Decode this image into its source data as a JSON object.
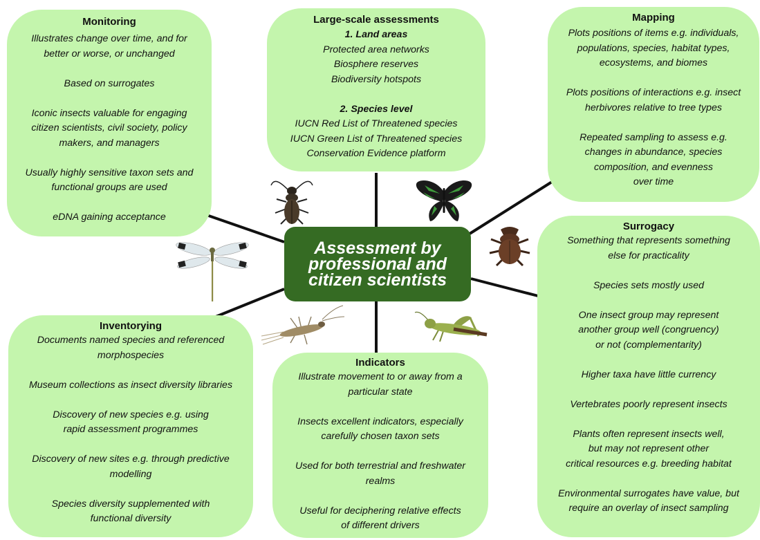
{
  "center": {
    "title": "Assessment by professional and citizen scientists"
  },
  "colors": {
    "box": "#c4f5ad",
    "center": "#356b23",
    "line": "#111111"
  },
  "icons": [
    "beetle-icon",
    "butterfly-icon",
    "dragonfly-icon",
    "scarab-icon",
    "stonefly-icon",
    "grasshopper-icon"
  ],
  "boxes": {
    "monitoring": {
      "title": "Monitoring",
      "lines": [
        "Illustrates change over time, and for",
        "better or worse, or unchanged",
        "",
        "Based on surrogates",
        "",
        "Iconic insects valuable for engaging",
        "citizen scientists, civil society, policy",
        "makers, and managers",
        "",
        "Usually highly sensitive taxon sets and",
        "functional groups are used",
        "",
        "eDNA gaining acceptance"
      ]
    },
    "large_scale": {
      "title": "Large-scale assessments",
      "sub1": "1. Land areas",
      "lines1": [
        "Protected area networks",
        "Biosphere reserves",
        "Biodiversity hotspots"
      ],
      "sub2": "2. Species level",
      "lines2": [
        "IUCN Red List of Threatened species",
        "IUCN Green List of Threatened species",
        "Conservation Evidence platform"
      ]
    },
    "mapping": {
      "title": "Mapping",
      "lines": [
        "Plots positions of items e.g. individuals,",
        "populations, species, habitat types,",
        "ecosystems, and biomes",
        "",
        "Plots positions of interactions e.g. insect",
        "herbivores relative to tree types",
        "",
        "Repeated sampling to assess e.g.",
        "changes in abundance, species",
        "composition, and evenness",
        "over time"
      ]
    },
    "surrogacy": {
      "title": "Surrogacy",
      "lines": [
        "Something that represents something",
        "else for practicality",
        "",
        "Species sets mostly used",
        "",
        "One insect group may represent",
        "another group well (congruency)",
        "or not (complementarity)",
        "",
        "Higher taxa have little currency",
        "",
        "Vertebrates poorly represent insects",
        "",
        "Plants often represent insects well,",
        "but may not represent other",
        "critical resources e.g. breeding habitat",
        "",
        "Environmental surrogates have value, but",
        "require an overlay of insect sampling"
      ]
    },
    "inventorying": {
      "title": "Inventorying",
      "lines": [
        "Documents named species and referenced",
        "morphospecies",
        "",
        "Museum collections as insect diversity libraries",
        "",
        "Discovery of new species e.g. using",
        "rapid assessment programmes",
        "",
        "Discovery of new sites e.g. through predictive",
        "modelling",
        "",
        "Species diversity supplemented with",
        "functional diversity"
      ]
    },
    "indicators": {
      "title": "Indicators",
      "lines": [
        "Illustrate movement to or away from a",
        "particular state",
        "",
        "Insects excellent indicators, especially",
        "carefully chosen taxon sets",
        "",
        "Used for both terrestrial and freshwater",
        "realms",
        "",
        "Useful for deciphering relative effects",
        "of different drivers"
      ]
    }
  }
}
